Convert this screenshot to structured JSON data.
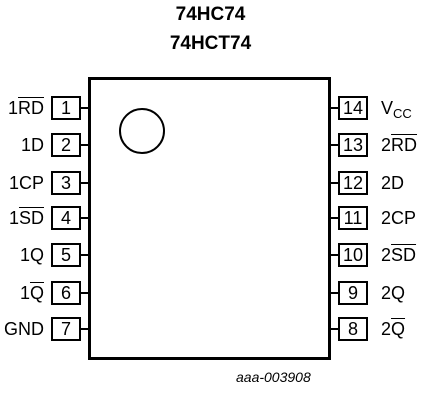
{
  "title_line1": "74HC74",
  "title_line2": "74HCT74",
  "left_pins": [
    {
      "num": "1",
      "pre": "1",
      "bar": "RD",
      "post": ""
    },
    {
      "num": "2",
      "pre": "1D",
      "bar": "",
      "post": ""
    },
    {
      "num": "3",
      "pre": "1CP",
      "bar": "",
      "post": ""
    },
    {
      "num": "4",
      "pre": "1",
      "bar": "SD",
      "post": ""
    },
    {
      "num": "5",
      "pre": "1Q",
      "bar": "",
      "post": ""
    },
    {
      "num": "6",
      "pre": "1",
      "bar": "Q",
      "post": ""
    },
    {
      "num": "7",
      "pre": "GND",
      "bar": "",
      "post": ""
    }
  ],
  "right_pins": [
    {
      "num": "14",
      "pre": "V",
      "bar": "",
      "sub": "CC"
    },
    {
      "num": "13",
      "pre": "2",
      "bar": "RD",
      "sub": ""
    },
    {
      "num": "12",
      "pre": "2D",
      "bar": "",
      "sub": ""
    },
    {
      "num": "11",
      "pre": "2CP",
      "bar": "",
      "sub": ""
    },
    {
      "num": "10",
      "pre": "2",
      "bar": "SD",
      "sub": ""
    },
    {
      "num": "9",
      "pre": "2Q",
      "bar": "",
      "sub": ""
    },
    {
      "num": "8",
      "pre": "2",
      "bar": "Q",
      "sub": ""
    }
  ],
  "footnote": "aaa-003908"
}
